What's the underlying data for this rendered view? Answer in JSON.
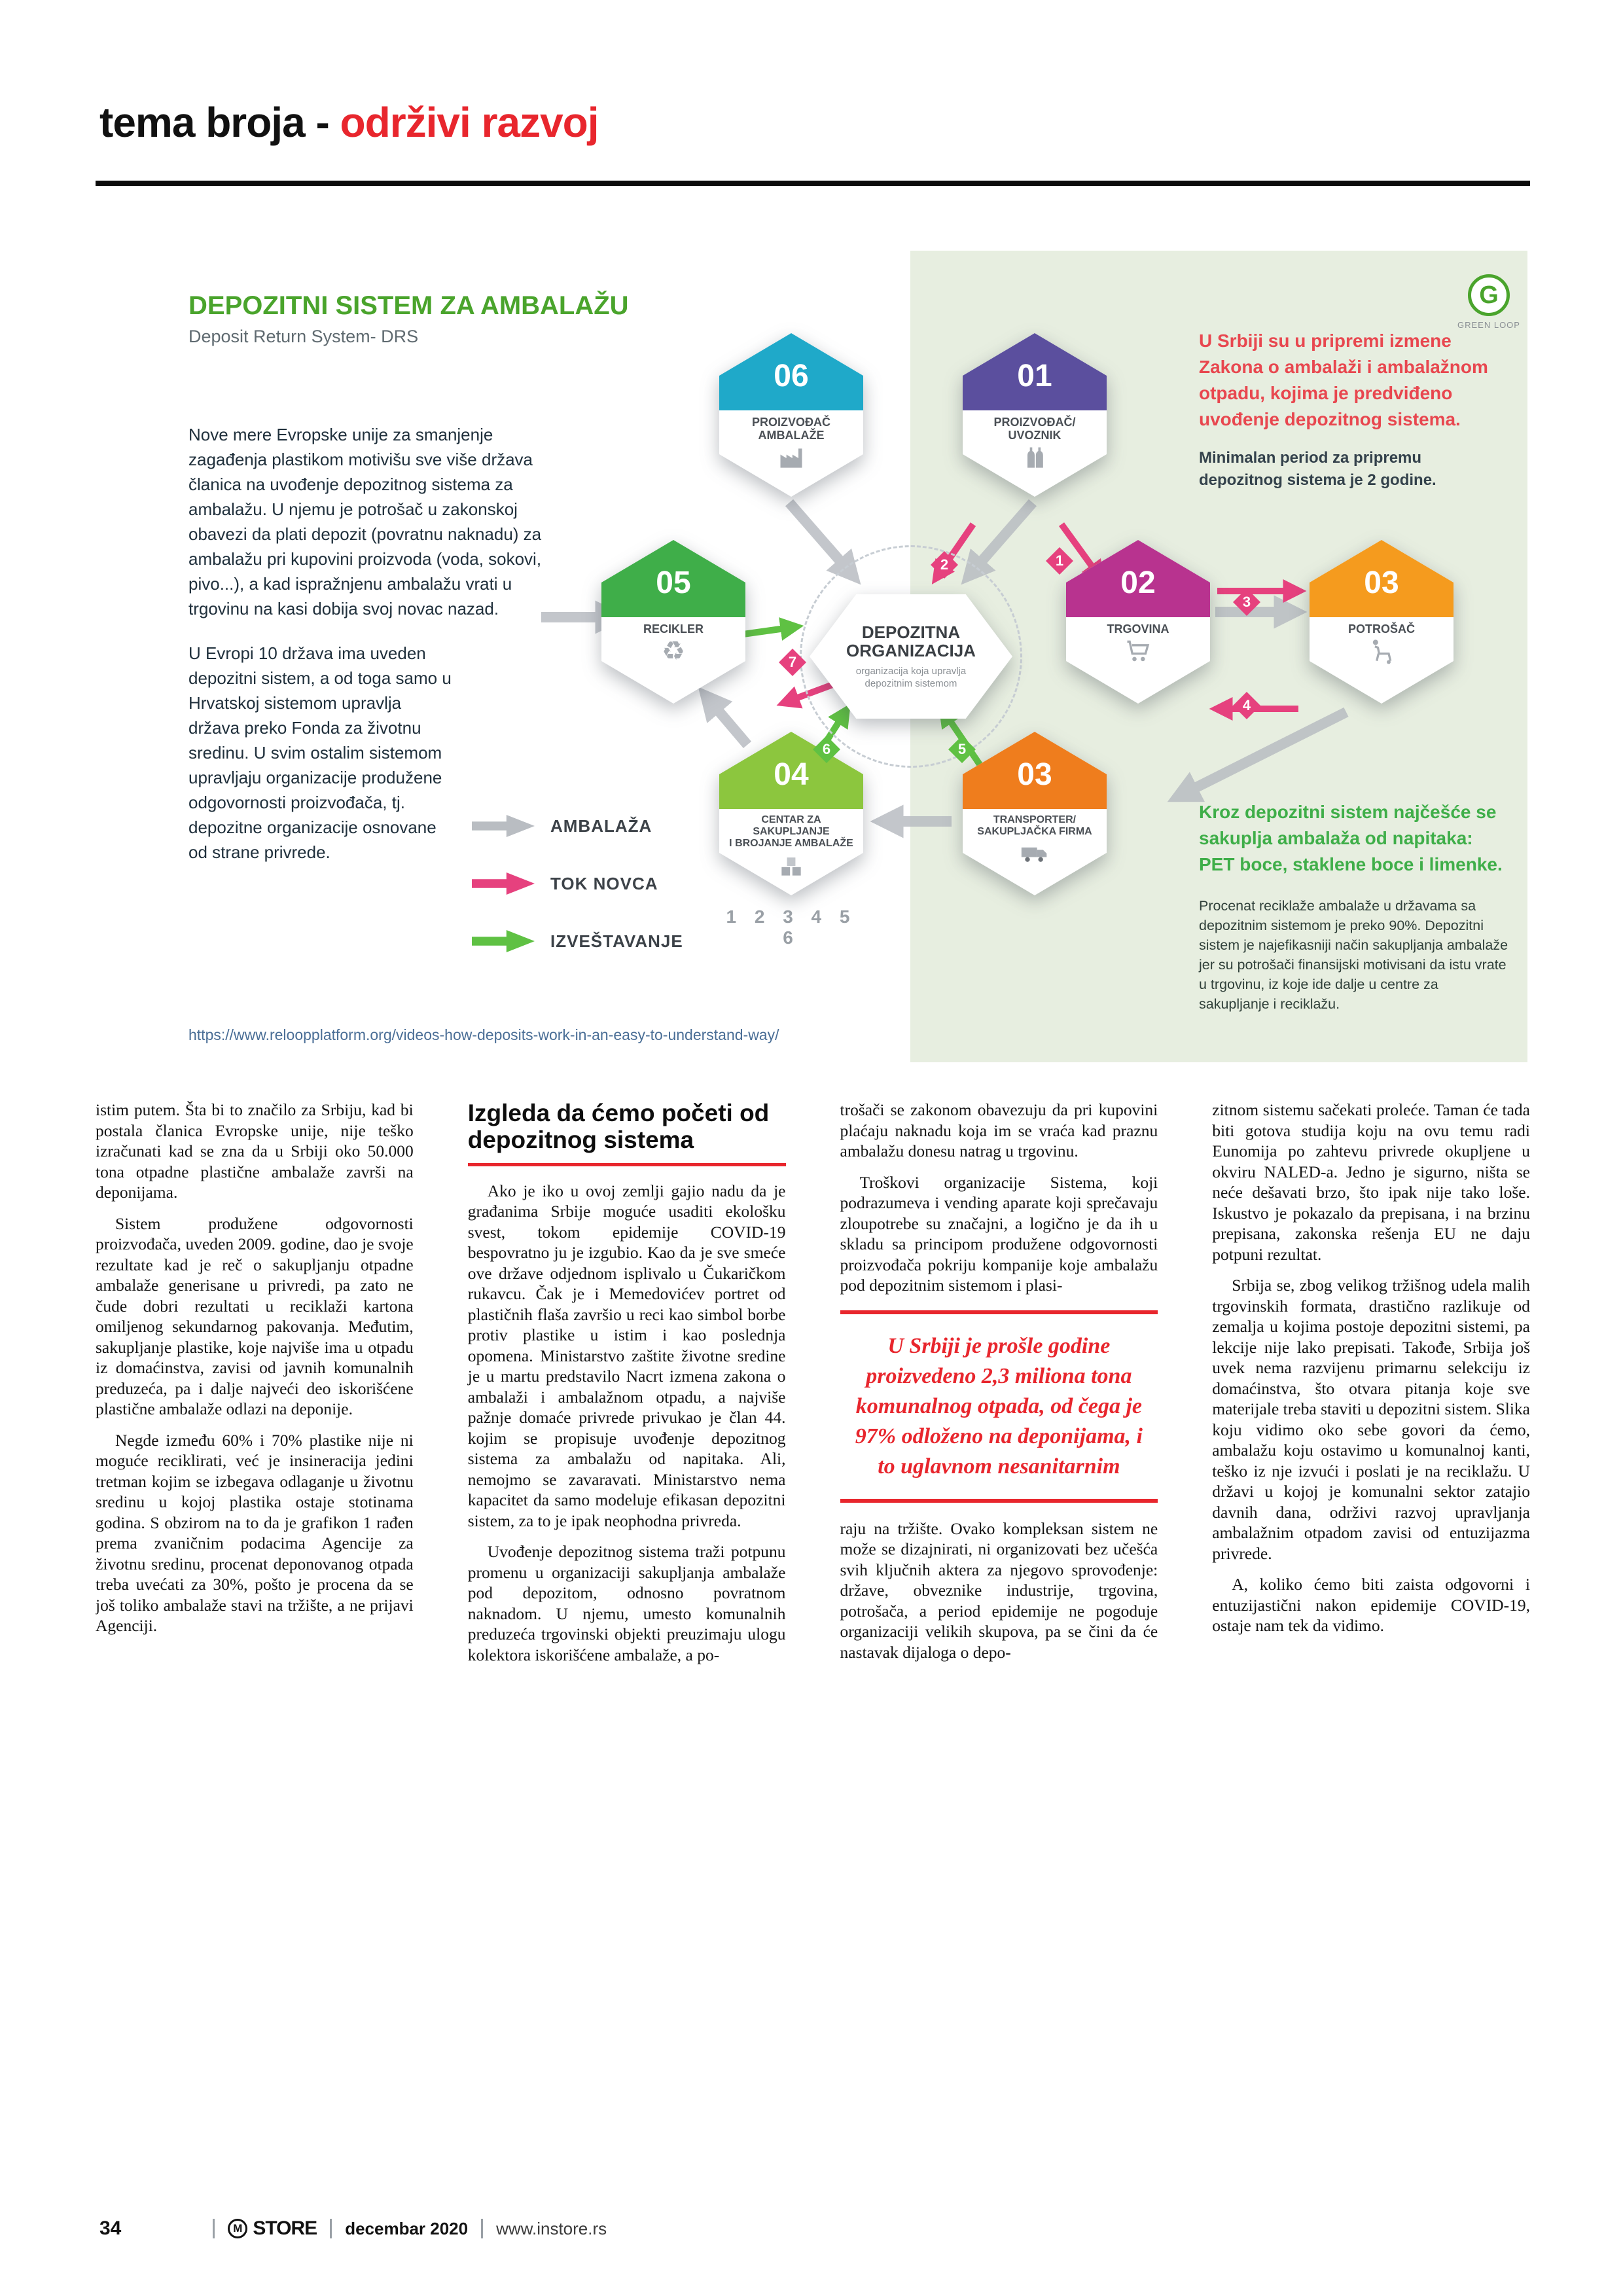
{
  "colors": {
    "accent_red": "#e8262d",
    "title_green": "#4aa42c",
    "money_pink": "#e6417e",
    "report_green": "#5fc143",
    "packaging_gray": "#b9bdc2",
    "panel_green": "#e7eee0"
  },
  "header": {
    "title_black": "tema broja -",
    "title_red": "održivi razvoj"
  },
  "infographic": {
    "title": "DEPOZITNI SISTEM ZA AMBALAŽU",
    "subtitle": "Deposit Return System- DRS",
    "intro_paragraphs": [
      "Nove mere Evropske unije za smanjenje zagađenja plastikom motivišu sve više država članica na uvođenje depozitnog sistema za ambalažu. U njemu je potrošač u zakonskoj obavezi da plati depozit (povratnu naknadu) za ambalažu pri kupovini proizvoda (voda, sokovi, pivo...), a kad ispražnjenu ambalažu vrati u trgovinu na kasi dobija svoj novac nazad.",
      "U Evropi 10 država ima uveden depozitni sistem, a od toga samo u Hrvatskoj sistemom upravlja država preko Fonda za životnu sredinu. U svim ostalim sistemom upravljaju organizacije produžene odgovornosti proizvođača, tj. depozitne organizacije osnovane od strane privrede."
    ],
    "legend": [
      {
        "label": "AMBALAŽA",
        "color": "#b9bdc2"
      },
      {
        "label": "TOK NOVCA",
        "color": "#e6417e"
      },
      {
        "label": "IZVEŠTAVANJE",
        "color": "#5fc143"
      }
    ],
    "url": "https://www.reloopplatform.org/videos-how-deposits-work-in-an-easy-to-understand-way/",
    "logo_letter": "G",
    "logo_text": "GREEN LOOP",
    "nodes": [
      {
        "number": "06",
        "label": "PROIZVOĐAČ\nAMBALAŽE",
        "color": "#1fa9c9"
      },
      {
        "number": "01",
        "label": "PROIZVOĐAČ/\nUVOZNIK",
        "color": "#5b4f9e"
      },
      {
        "number": "05",
        "label": "RECIKLER",
        "color": "#3fae49"
      },
      {
        "number": "02",
        "label": "TRGOVINA",
        "color": "#b8338f"
      },
      {
        "number": "03",
        "label": "POTROŠAČ",
        "color": "#f59b1e"
      },
      {
        "number": "04",
        "label": "CENTAR ZA SAKUPLJANJE\nI BROJANJE AMBALAŽE",
        "color": "#8cc63e"
      },
      {
        "number": "03",
        "label": "TRANSPORTER/\nSAKUPLJAČKA FIRMA",
        "color": "#ef7d1d"
      }
    ],
    "center": {
      "title": "DEPOZITNA ORGANIZACIJA",
      "subtitle": "organizacija koja upravlja\ndepozitnim sistemom"
    },
    "counter_digits": "1 2 3 4 5 6",
    "flow_numbers": [
      "1",
      "2",
      "3",
      "4",
      "5",
      "6",
      "7"
    ],
    "note_red": "U Srbiji su u pripremi izmene Zakona o ambalaži i ambalažnom otpadu, kojima je predviđeno uvođenje depozitnog sistema.",
    "note_red_sub": "Minimalan period za pripremu depozitnog sistema je 2 godine.",
    "note_green": "Kroz depozitni sistem najčešće se sakuplja ambalaža od napitaka: PET boce, staklene boce i limenke.",
    "note_green_sub": "Procenat reciklaže ambalaže u državama sa depozitnim sistemom je preko 90%. Depozitni sistem je najefikasniji način sakupljanja ambalaže jer su potrošači finansijski motivisani da istu vrate u trgovinu, iz koje ide dalje u centre za sakupljanje i reciklažu."
  },
  "article": {
    "col1": [
      "istim putem. Šta bi to značilo za Srbiju, kad bi postala članica Evropske unije, nije teško izračunati kad se zna da u Srbiji oko 50.000 tona otpadne plastične ambalaže završi na deponijama.",
      "Sistem produžene odgovornosti proizvođača, uveden 2009. godine, dao je svoje rezultate kad je reč o sakupljanju otpadne ambalaže generisane u privredi, pa zato ne čude dobri rezultati u reciklaži kartona omiljenog sekundarnog pakovanja. Međutim, sakupljanje plastike, koje najviše ima u otpadu iz domaćinstva, zavisi od javnih komunalnih preduzeća, pa i dalje najveći deo iskorišćene plastične ambalaže odlazi na deponije.",
      "Negde između 60% i 70% plastike nije ni moguće reciklirati, već je insineracija jedini tretman kojim se izbegava odlaganje u životnu sredinu u kojoj plastika ostaje stotinama godina. S obzirom na to da je grafikon 1 rađen prema zvaničnim podacima Agencije za životnu sredinu, procenat deponovanog otpada treba uvećati za 30%, pošto je procena da se još toliko ambalaže stavi na tržište, a ne prijavi Agenciji."
    ],
    "col2_heading": "Izgleda da ćemo početi od depozitnog sistema",
    "col2": [
      "Ako je iko u ovoj zemlji gajio nadu da je građanima Srbije moguće usaditi ekološku svest, tokom epidemije COVID-19 bespovratno ju je izgubio. Kao da je sve smeće ove države odjednom isplivalo u Čukaričkom rukavcu. Čak je i Memedovićev portret od plastičnih flaša završio u reci kao simbol borbe protiv plastike u istim i kao poslednja opomena. Ministarstvo zaštite životne sredine je u martu predstavilo Nacrt izmena zakona o ambalaži i ambalažnom otpadu, a najviše pažnje domaće privrede privukao je član 44. kojim se propisuje uvođenje depozitnog sistema za ambalažu od napitaka. Ali, nemojmo se zavaravati. Ministarstvo nema kapacitet da samo modeluje efikasan depozitni sistem, za to je ipak neophodna privreda.",
      "Uvođenje depozitnog sistema traži potpunu promenu u organizaciji sakupljanja ambalaže pod depozitom, odnosno povratnom naknadom. U njemu, umesto komunalnih preduzeća trgovinski objekti preuzimaju ulogu kolektora iskorišćene ambalaže, a po-"
    ],
    "col3_before_quote": [
      "trošači se zakonom obavezuju da pri kupovini plaćaju naknadu koja im se vraća kad praznu ambalažu donesu natrag u trgovinu.",
      "Troškovi organizacije Sistema, koji podrazumeva i vending aparate koji sprečavaju zloupotrebe su značajni, a logično je da ih u skladu sa principom produžene odgovornosti proizvođača pokriju kompanije koje ambalažu pod depozitnim sistemom i plasi-"
    ],
    "pull_quote": "U Srbiji je prošle godine proizvedeno 2,3 miliona tona komunalnog otpada, od čega je 97% odloženo na deponijama, i to uglavnom nesanitarnim",
    "col3_after_quote": [
      "raju na tržište. Ovako kompleksan sistem ne može se dizajnirati, ni organizovati bez učešća svih ključnih aktera za njegovo sprovođenje: države, obveznike industrije, trgovina, potrošača, a period epidemije ne pogoduje organizaciji velikih skupova, pa se čini da će nastavak dijaloga o depo-"
    ],
    "col4": [
      "zitnom sistemu sačekati proleće. Taman će tada biti gotova studija koju na ovu temu radi Eunomija po zahtevu privrede okupljene u okviru NALED-a. Jedno je sigurno, ništa se neće dešavati brzo, što ipak nije tako loše. Iskustvo je pokazalo da prepisana, i na brzinu prepisana, zakonska rešenja EU ne daju potpuni rezultat.",
      "Srbija se, zbog velikog tržišnog udela malih trgovinskih formata, drastično razlikuje od zemalja u kojima postoje depozitni sistemi, pa lekcije nije lako prepisati. Takođe, Srbija još uvek nema razvijenu primarnu selekciju iz domaćinstva, što otvara pitanja koje sve materijale treba staviti u depozitni sistem. Slika koju vidimo oko sebe govori da ćemo, ambalažu koju ostavimo u komunalnoj kanti, teško iz nje izvući i poslati je na reciklažu. U državi u kojoj je komunalni sektor zatajio davnih dana, održivi razvoj upravljanja ambalažnim otpadom zavisi od entuzijazma privrede.",
      "A, koliko ćemo biti zaista odgovorni i entuzijastični nakon epidemije COVID-19, ostaje nam tek da vidimo."
    ]
  },
  "footer": {
    "page_number": "34",
    "brand_m": "M",
    "brand": "STORE",
    "date": "decembar 2020",
    "site": "www.instore.rs"
  }
}
